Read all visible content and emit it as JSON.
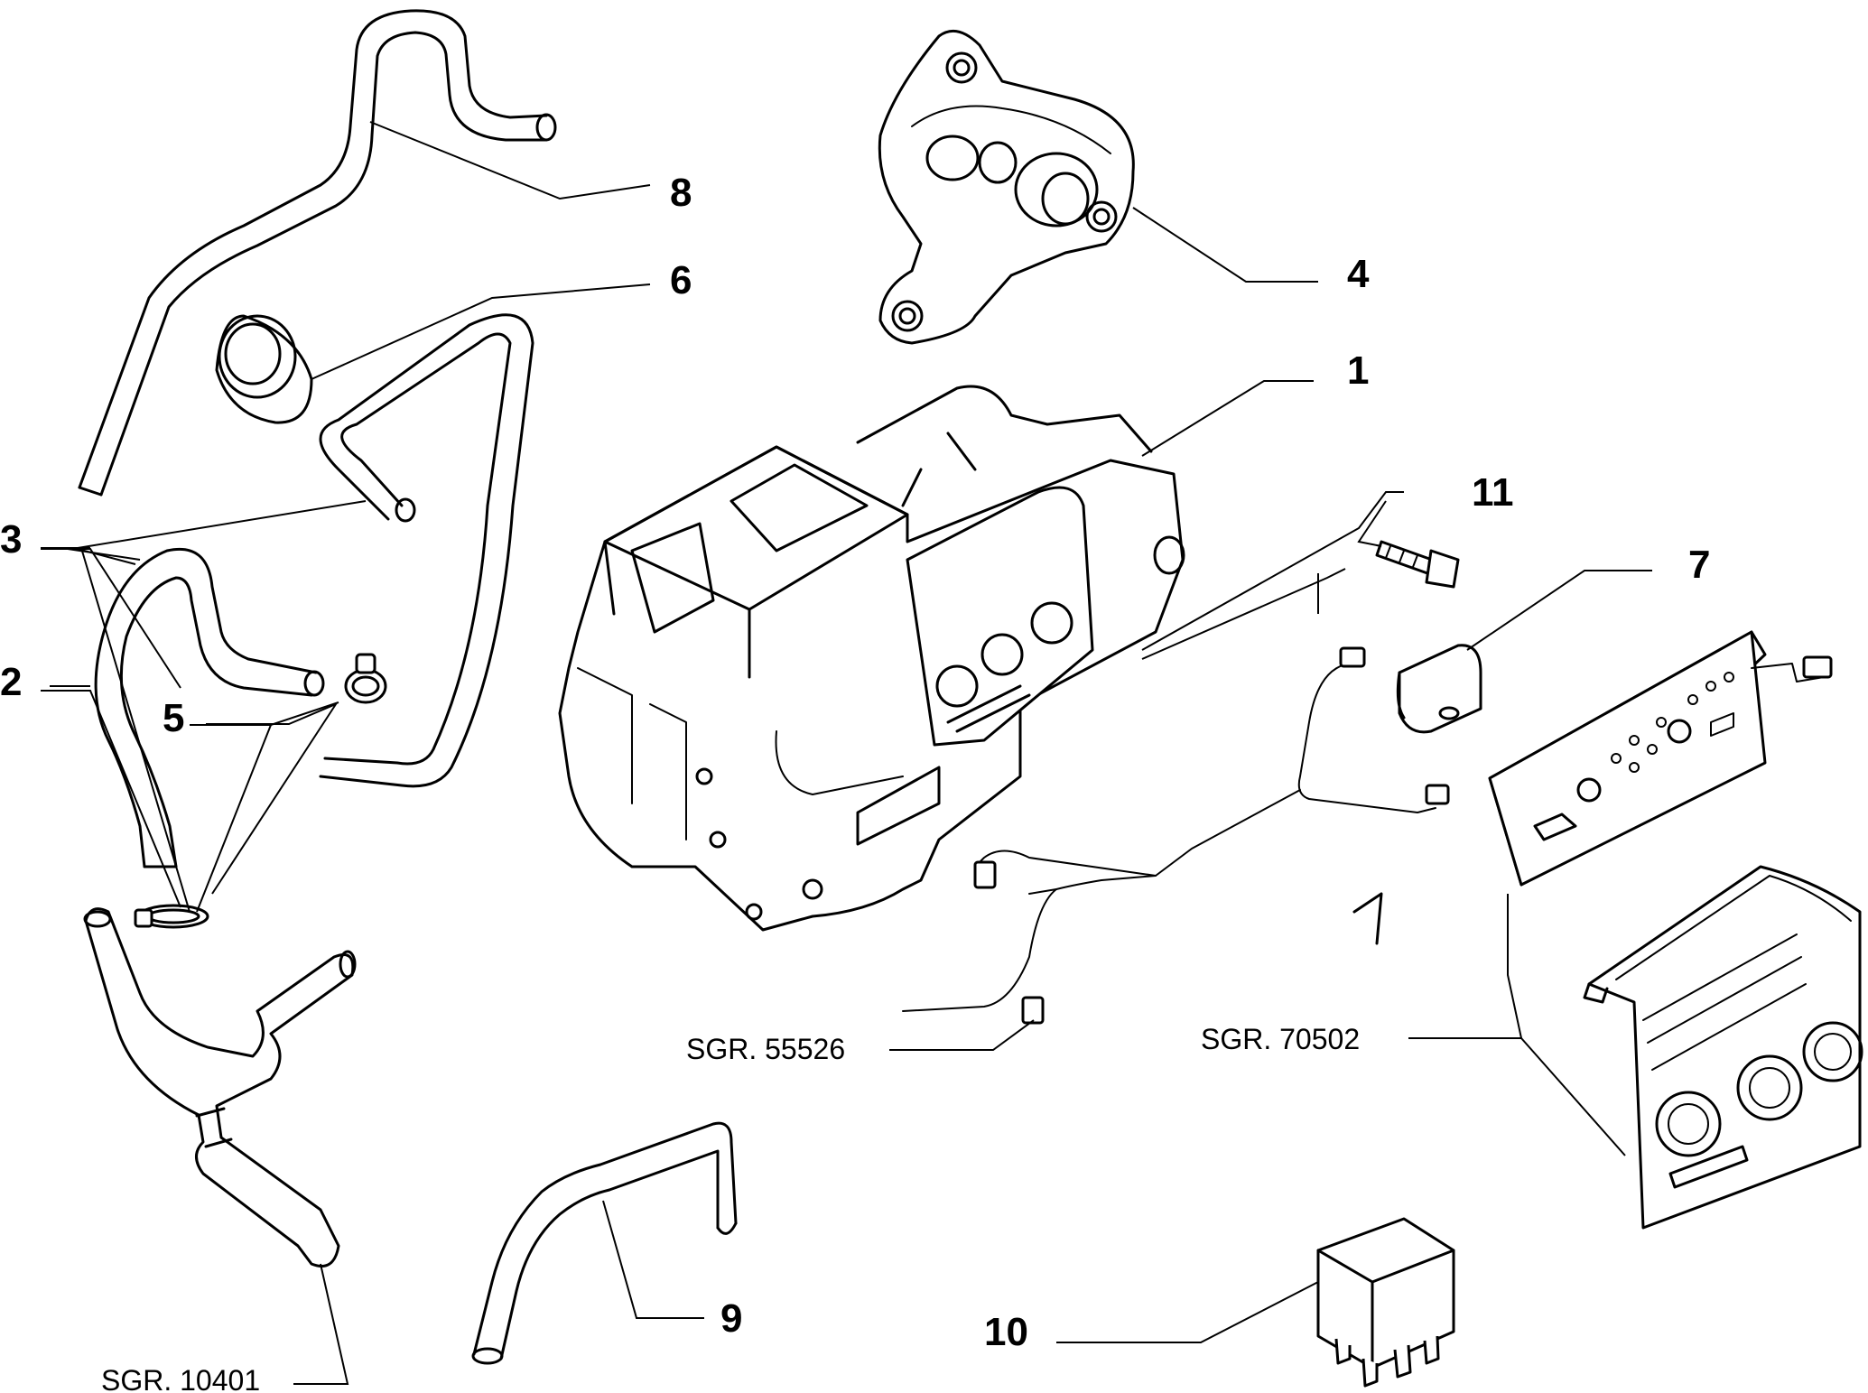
{
  "callouts": {
    "c1": "1",
    "c2": "2",
    "c3": "3",
    "c4": "4",
    "c5": "5",
    "c6": "6",
    "c7": "7",
    "c8": "8",
    "c9": "9",
    "c10": "10",
    "c11": "11"
  },
  "references": {
    "wiring_harness": "SGR. 55526",
    "control_panel": "SGR. 70502",
    "connector_hose": "SGR. 10401"
  }
}
